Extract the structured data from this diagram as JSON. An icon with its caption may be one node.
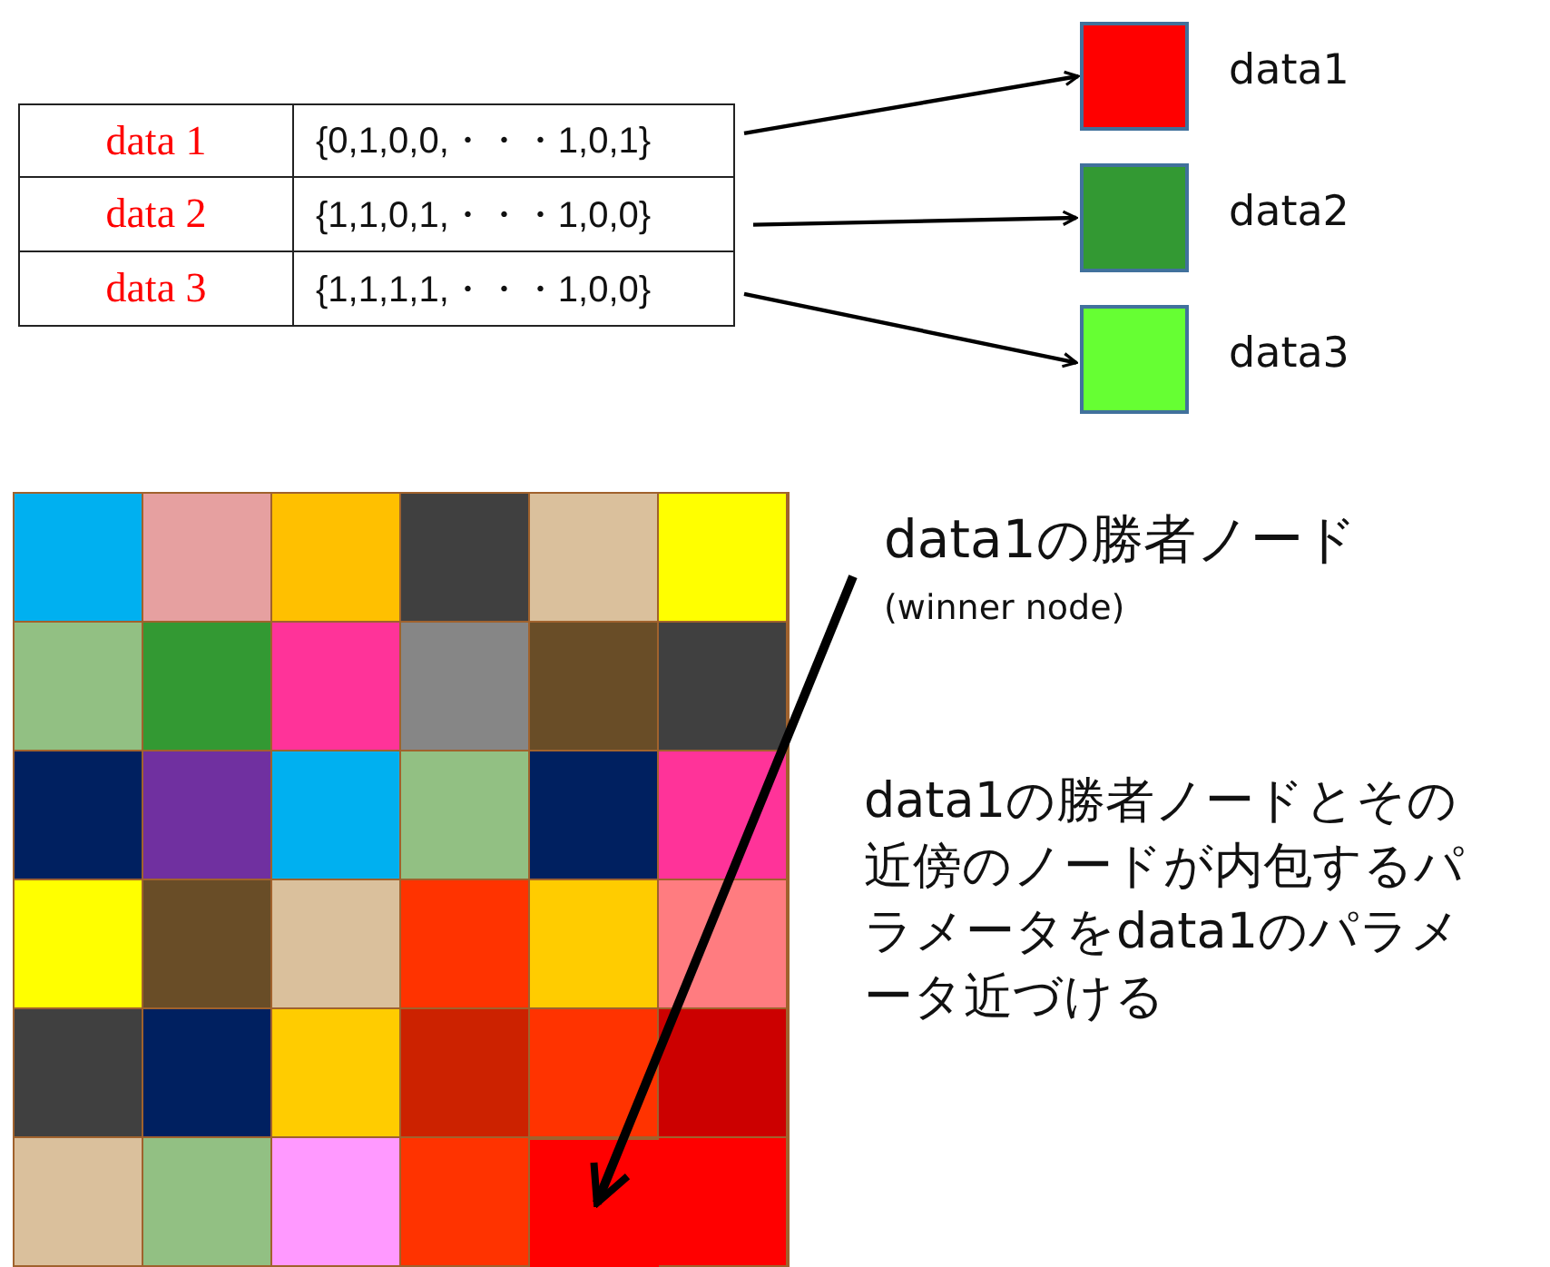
{
  "diagram": {
    "nodes": [
      {
        "text": [
          "data 1",
          "{0,1,0,0,・・・1,0,1}"
        ]
      },
      {
        "text": [
          "data 2",
          "{1,1,0,1,・・・1,0,0}"
        ]
      },
      {
        "text": [
          "data 3",
          "{1,1,1,1,・・・1,0,0}"
        ]
      },
      {
        "text": [],
        "shape": "box",
        "beside": [
          "data1"
        ]
      },
      {
        "text": [],
        "shape": "box",
        "beside": [
          "data2"
        ]
      },
      {
        "text": [],
        "shape": "box",
        "beside": [
          "data3"
        ]
      },
      {
        "text": [],
        "shape": "box"
      },
      {
        "text": [],
        "shape": "box",
        "in": 6
      },
      {
        "text": [
          "data1の勝者ノード",
          "(winner node)"
        ]
      }
    ],
    "edges": [
      {
        "from": 0,
        "to": 3,
        "arrow": "to"
      },
      {
        "from": 1,
        "to": 4,
        "arrow": "to"
      },
      {
        "from": 2,
        "to": 5,
        "arrow": "to"
      },
      {
        "from": 8,
        "to": 7,
        "arrow": "to",
        "style": "thick"
      }
    ],
    "labels": [
      "data1の勝者ノードとその近傍のノードが内包するパラメータをdata1のパラメータ近づける"
    ]
  }
}
